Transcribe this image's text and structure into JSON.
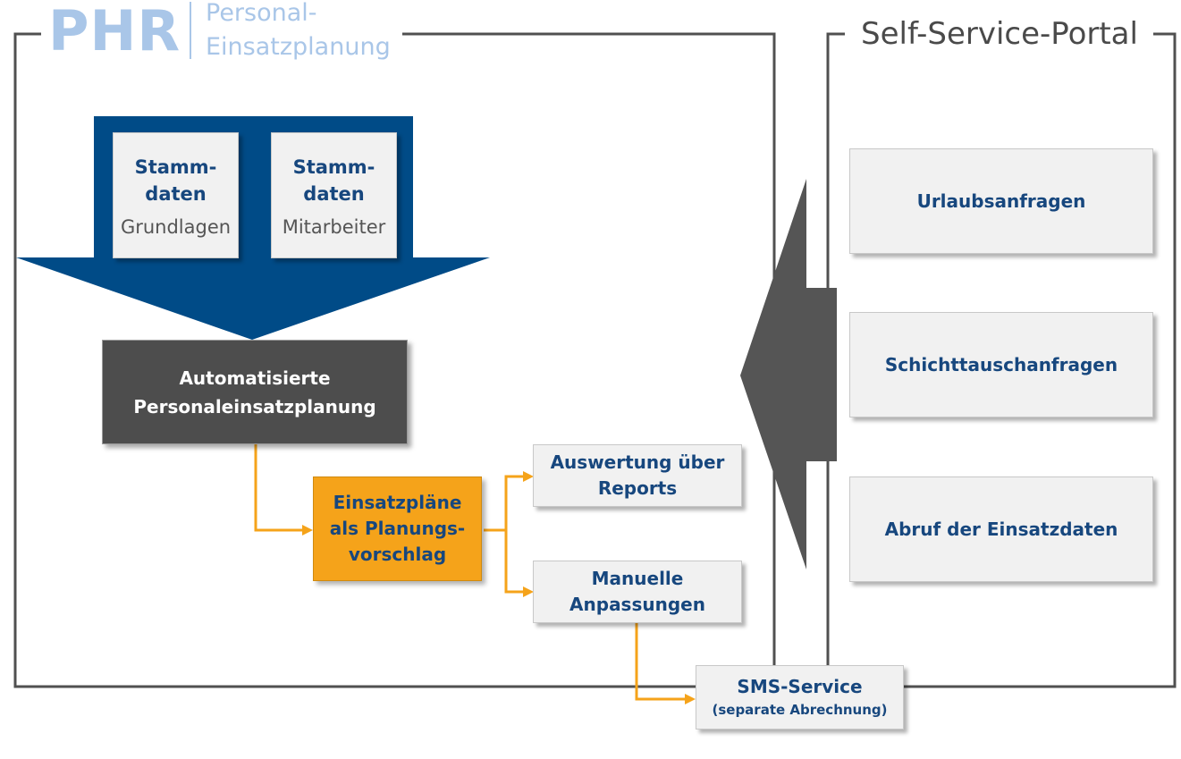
{
  "logo": {
    "mark": "PHR",
    "line1": "Personal-",
    "line2": "Einsatzplanung"
  },
  "portal": {
    "title": "Self-Service-Portal"
  },
  "stammdaten": [
    {
      "title_line1": "Stamm-",
      "title_line2": "daten",
      "subtitle": "Grundlagen"
    },
    {
      "title_line1": "Stamm-",
      "title_line2": "daten",
      "subtitle": "Mitarbeiter"
    }
  ],
  "auto_planning": {
    "line1": "Automatisierte",
    "line2": "Personaleinsatzplanung"
  },
  "plans": {
    "line1": "Einsatzpläne",
    "line2": "als Planungs-",
    "line3": "vorschlag"
  },
  "reports": {
    "line1": "Auswertung über",
    "line2": "Reports"
  },
  "manual": {
    "line1": "Manuelle",
    "line2": "Anpassungen"
  },
  "sms": {
    "line1": "SMS-Service",
    "line2": "(separate Abrechnung)"
  },
  "portal_items": [
    {
      "label": "Urlaubsanfragen"
    },
    {
      "label": "Schichttauschanfragen"
    },
    {
      "label": "Abruf der Einsatzdaten"
    }
  ],
  "colors": {
    "blue": "#004b87",
    "dark_gray": "#4d4d4d",
    "orange": "#f5a31a",
    "text_blue": "#17477e",
    "logo_blue": "#a9c6e8"
  }
}
